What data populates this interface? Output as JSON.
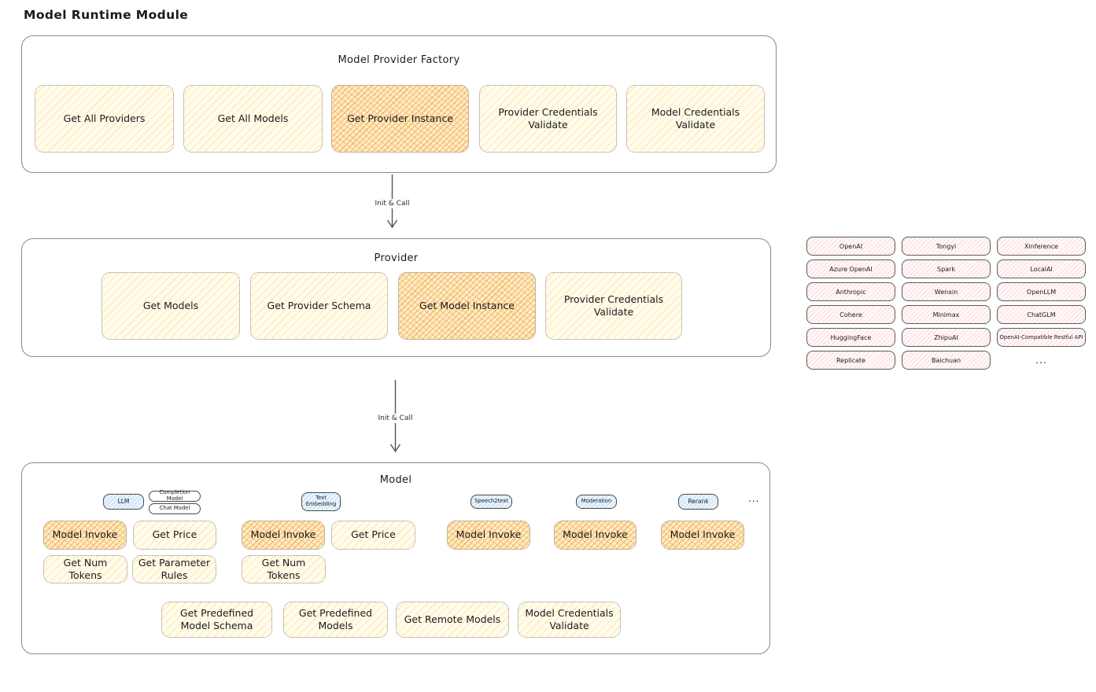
{
  "page": {
    "title": "Model Runtime Module"
  },
  "factory": {
    "title": "Model Provider Factory",
    "boxes": [
      {
        "label": "Get All Providers",
        "highlight": false
      },
      {
        "label": "Get All Models",
        "highlight": false
      },
      {
        "label": "Get Provider Instance",
        "highlight": true
      },
      {
        "label": "Provider Credentials Validate",
        "highlight": false
      },
      {
        "label": "Model Credentials Validate",
        "highlight": false
      }
    ]
  },
  "flow": {
    "arrow1_label": "Init & Call",
    "arrow2_label": "Init & Call"
  },
  "provider": {
    "title": "Provider",
    "boxes": [
      {
        "label": "Get Models",
        "highlight": false
      },
      {
        "label": "Get Provider Schema",
        "highlight": false
      },
      {
        "label": "Get Model Instance",
        "highlight": true
      },
      {
        "label": "Provider Credentials Validate",
        "highlight": false
      }
    ]
  },
  "provider_list": {
    "items": [
      "OpenAI",
      "Tongyi",
      "Xinference",
      "Azure OpenAI",
      "Spark",
      "LocalAI",
      "Anthropic",
      "Wenxin",
      "OpenLLM",
      "Cohere",
      "Minimax",
      "ChatGLM",
      "HuggingFace",
      "ZhipuAI",
      "OpenAI-Compatible Restful API",
      "Replicate",
      "Baichuan"
    ],
    "more": "..."
  },
  "model": {
    "title": "Model",
    "type_pills": {
      "llm": "LLM",
      "completion": "Completion Model",
      "chat": "Chat Model",
      "text_embedding": "Text Embedding",
      "speech2text": "Speech2text",
      "moderation": "Moderation",
      "rerank": "Rerank",
      "more": "..."
    },
    "functions": {
      "llm": [
        "Model Invoke",
        "Get Price",
        "Get Num Tokens",
        "Get Parameter Rules"
      ],
      "text_embedding": [
        "Model Invoke",
        "Get Price",
        "Get Num Tokens"
      ],
      "speech2text": [
        "Model Invoke"
      ],
      "moderation": [
        "Model Invoke"
      ],
      "rerank": [
        "Model Invoke"
      ]
    },
    "common": [
      "Get Predefined Model Schema",
      "Get Predefined Models",
      "Get Remote Models",
      "Model Credentials Validate"
    ]
  },
  "colors": {
    "plain_box_fill": "#fffcef",
    "plain_box_hatch": "#ffdd78",
    "highlight_box_hatch": "#f2a330",
    "provider_cell_hatch": "#ffa6a6",
    "type_pill_hatch": "#8cc3f0",
    "border_gray": "#8a8a8a",
    "text": "#1b1b1b"
  }
}
